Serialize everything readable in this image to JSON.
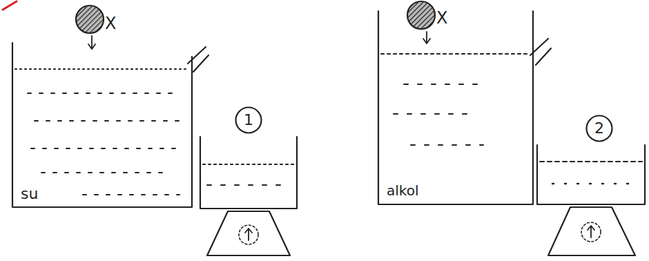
{
  "diagram": {
    "nodes": [
      {
        "text": [
          "1"
        ]
      },
      {
        "text": [
          "2"
        ]
      }
    ],
    "labels": [
      "X",
      "su",
      "X",
      "alkol"
    ]
  }
}
